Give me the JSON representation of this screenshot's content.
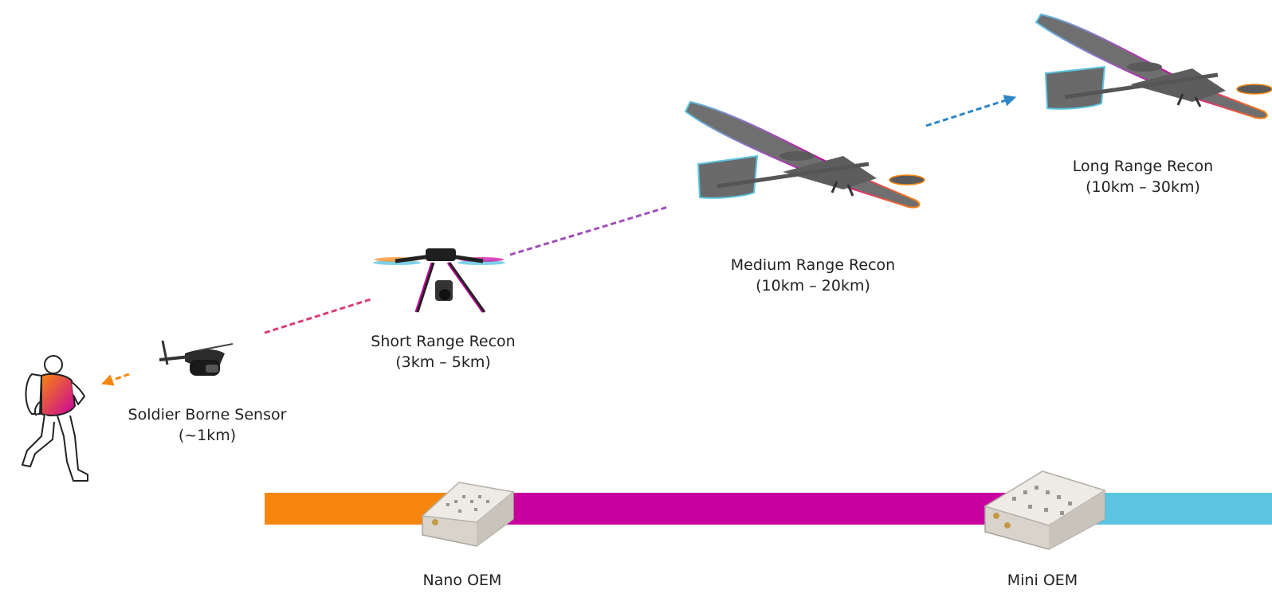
{
  "tiers": [
    {
      "name": "Soldier Borne Sensor",
      "range": "(~1km)"
    },
    {
      "name": "Short Range Recon",
      "range": "(3km – 5km)"
    },
    {
      "name": "Medium Range Recon",
      "range": "(10km – 20km)"
    },
    {
      "name": "Long Range Recon",
      "range": "(10km – 30km)"
    }
  ],
  "products": [
    {
      "name": "Nano OEM"
    },
    {
      "name": "Mini OEM"
    }
  ],
  "colors": {
    "orange": "#F7860F",
    "magenta": "#C8009E",
    "cyan": "#5BC5E2",
    "dash_pink": "#D93C78",
    "dash_purple": "#A04FB8",
    "dash_blue": "#2D86C6",
    "airframe": "#6f6f6f"
  }
}
